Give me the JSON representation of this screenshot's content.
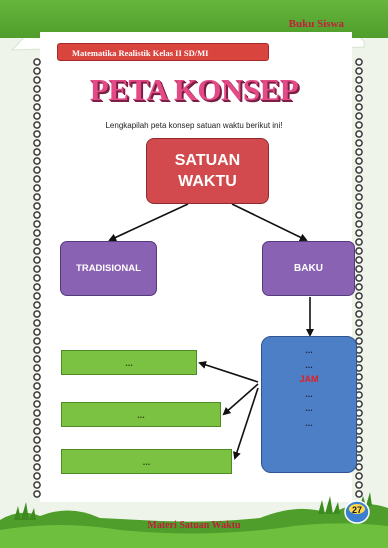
{
  "header": {
    "book_type": "Buku Siswa",
    "book_title": "Matematika Realistik Kelas II SD/MI"
  },
  "content": {
    "title": "PETA KONSEP",
    "instruction": "Lengkapilah peta konsep satuan waktu berikut ini!",
    "root_line1": "SATUAN",
    "root_line2": "WAKTU",
    "left_node": "TRADISIONAL",
    "right_node": "BAKU",
    "baku_items": [
      "...",
      "...",
      "JAM",
      "...",
      "...",
      "..."
    ],
    "answers": [
      "...",
      "...",
      "..."
    ]
  },
  "footer": {
    "chapter": "Materi Satuan Waktu",
    "page_number": "27"
  },
  "colors": {
    "root": "#d24a4d",
    "purple_nodes": "#8a62b3",
    "blue_node": "#4d7fc7",
    "answer_boxes": "#7bc142",
    "title": "#e44a86",
    "accent_red": "#c0203a",
    "header_green": "#5aab36"
  },
  "icons": [
    "cloud-decoration",
    "dotted-border",
    "grass-decoration",
    "page-badge-icon"
  ]
}
